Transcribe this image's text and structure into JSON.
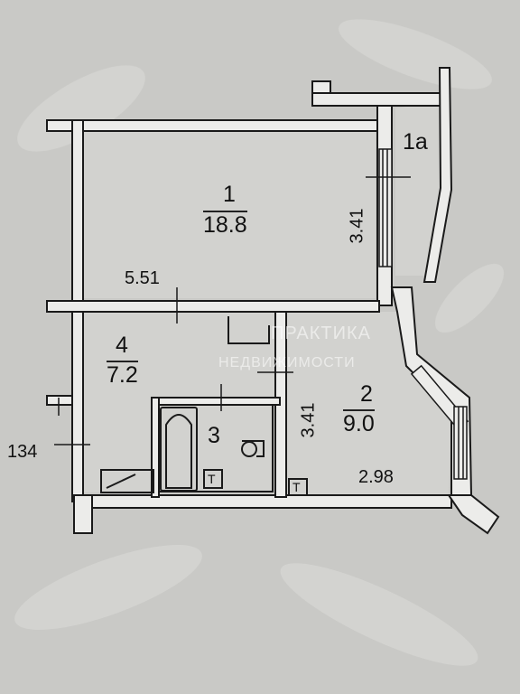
{
  "rooms": [
    {
      "number": "1",
      "area": "18.8"
    },
    {
      "number": "1а",
      "area": ""
    },
    {
      "number": "2",
      "area": "9.0"
    },
    {
      "number": "3",
      "area": ""
    },
    {
      "number": "4",
      "area": "7.2"
    }
  ],
  "dimensions": {
    "room1_height": "3.41",
    "room1_width": "5.51",
    "room2_height": "3.41",
    "room2_width": "2.98",
    "left_side": "134"
  },
  "fixtures": {
    "t_mark_bath": "Т",
    "t_mark_kitchen": "Т"
  },
  "watermark": {
    "line1": "ПРАКТИКА",
    "line2": "НЕДВИЖИМОСТИ"
  },
  "colors": {
    "background": "#c9c9c6",
    "wall_fill": "#ececea",
    "wall_stroke": "#1a1a1a",
    "room_fill": "#d2d2cf"
  }
}
